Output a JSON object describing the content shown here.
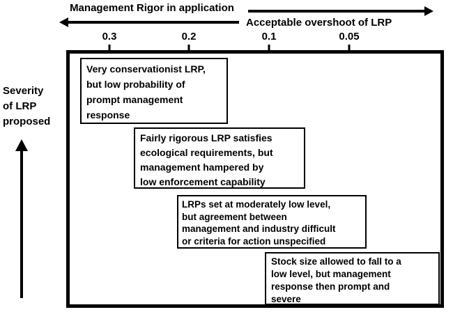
{
  "figure": {
    "top_axis": {
      "left_arrow_label": "Management Rigor in application",
      "right_arrow_label": "Acceptable overshoot of LRP",
      "ticks": [
        "0.3",
        "0.2",
        "0.1",
        "0.05"
      ]
    },
    "y_axis": {
      "label_lines": [
        "Severity",
        "of LRP",
        "proposed"
      ]
    },
    "boxes": [
      {
        "text": "Very conservationist LRP, but low probability of prompt management response",
        "lines": [
          "Very conservationist LRP,",
          "but low probability of",
          "prompt management",
          "response"
        ]
      },
      {
        "text": "Fairly rigorous LRP satisfies ecological requirements, but management hampered by low enforcement capability",
        "lines": [
          "Fairly rigorous LRP satisfies",
          "ecological requirements, but",
          "management hampered by",
          "low enforcement capability"
        ]
      },
      {
        "text": "LRPs set at moderately low level, but agreement between management and industry difficult or criteria for action unspecified",
        "lines": [
          "LRPs set at moderately low level,",
          "but agreement between",
          "management and industry difficult",
          "or criteria for action unspecified"
        ]
      },
      {
        "text": "Stock size allowed to fall to a low level, but management response then prompt and severe",
        "lines": [
          "Stock size allowed to fall to a",
          "low level, but management",
          "response then prompt and",
          "severe"
        ]
      }
    ],
    "colors": {
      "ink": "#000000",
      "background": "#ffffff"
    }
  }
}
